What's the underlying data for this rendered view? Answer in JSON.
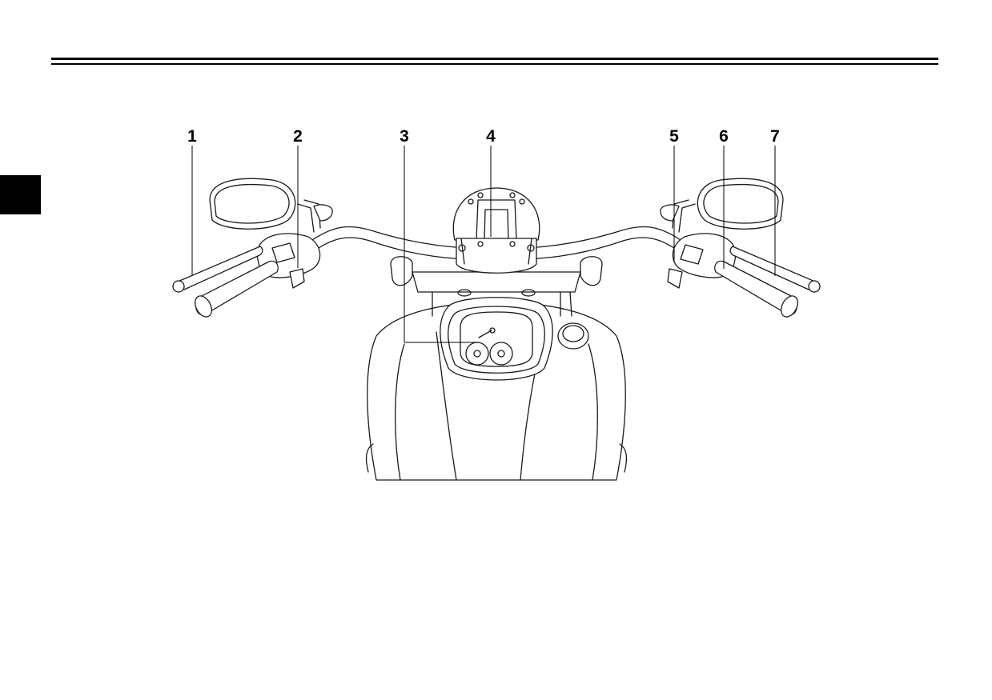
{
  "callouts": [
    {
      "id": "c1",
      "label": "1"
    },
    {
      "id": "c2",
      "label": "2"
    },
    {
      "id": "c3",
      "label": "3"
    },
    {
      "id": "c4",
      "label": "4"
    },
    {
      "id": "c5",
      "label": "5"
    },
    {
      "id": "c6",
      "label": "6"
    },
    {
      "id": "c7",
      "label": "7"
    }
  ],
  "colors": {
    "ink": "#000000",
    "background": "#ffffff",
    "side_tab": "#000000"
  }
}
